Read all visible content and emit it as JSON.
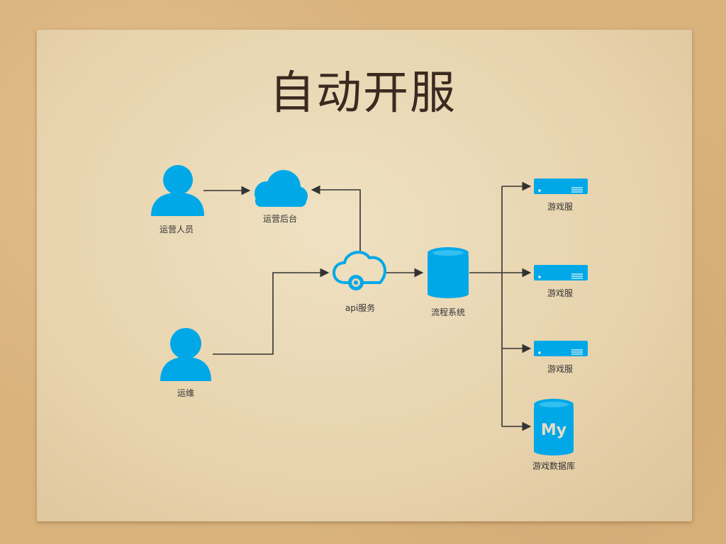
{
  "title": "自动开服",
  "colors": {
    "icon": "#00a8e8",
    "line": "#333333",
    "paper": "#e8d6b3",
    "background": "#d9b27c"
  },
  "nodes": {
    "ops_staff": {
      "label": "运营人员",
      "icon": "person-icon"
    },
    "ops_backend": {
      "label": "运营后台",
      "icon": "cloud-icon"
    },
    "maintenance": {
      "label": "运维",
      "icon": "person-icon"
    },
    "api_service": {
      "label": "api服务",
      "icon": "cloud-service-icon"
    },
    "workflow_system": {
      "label": "流程系统",
      "icon": "database-cylinder-icon"
    },
    "game_server_1": {
      "label": "游戏服",
      "icon": "server-icon"
    },
    "game_server_2": {
      "label": "游戏服",
      "icon": "server-icon"
    },
    "game_server_3": {
      "label": "游戏服",
      "icon": "server-icon"
    },
    "game_database": {
      "label": "游戏数据库",
      "icon": "mysql-icon",
      "icon_text": "My"
    }
  }
}
